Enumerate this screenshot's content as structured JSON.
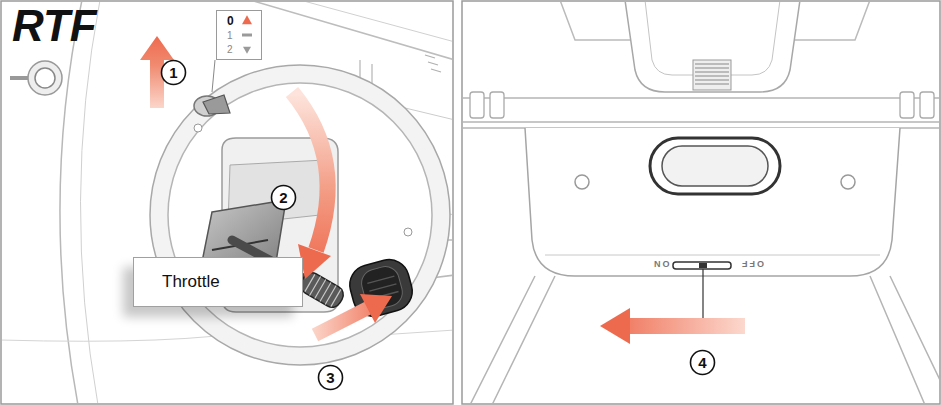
{
  "diagram": {
    "nodes": [
      {
        "text": [
          "0",
          "1",
          "2"
        ]
      },
      {
        "text": [
          "1"
        ]
      },
      {
        "text": [
          "2"
        ]
      },
      {
        "text": [
          "Throttle"
        ]
      },
      {
        "text": [
          "3"
        ]
      },
      {
        "text": [
          "4"
        ]
      }
    ],
    "labels": [
      "RTF",
      "ON",
      "OFF"
    ]
  }
}
